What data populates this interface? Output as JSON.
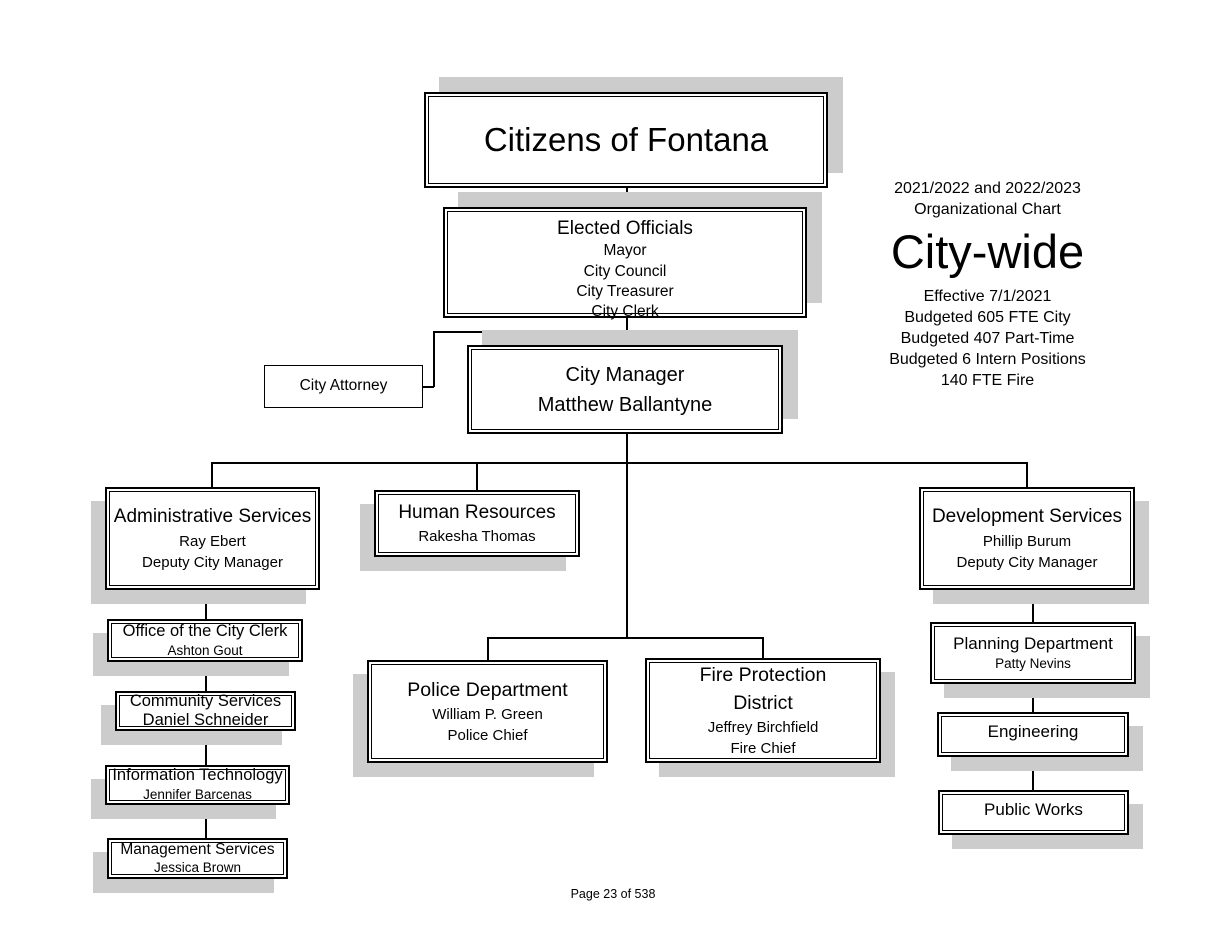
{
  "colors": {
    "background": "#ffffff",
    "box_border": "#000000",
    "box_shadow": "#cccccc",
    "text": "#000000"
  },
  "info_block": {
    "subtitle_line1": "2021/2022 and 2022/2023",
    "subtitle_line2": "Organizational Chart",
    "title": "City-wide",
    "details": [
      "Effective 7/1/2021",
      "Budgeted 605 FTE City",
      "Budgeted 407 Part-Time",
      "Budgeted 6 Intern Positions",
      "140 FTE Fire"
    ]
  },
  "footer": {
    "page_label": "Page 23 of 538"
  },
  "org": {
    "citizens": {
      "title": "Citizens of Fontana"
    },
    "elected_officials": {
      "title": "Elected Officials",
      "members": [
        "Mayor",
        "City Council",
        "City Treasurer",
        "City Clerk"
      ]
    },
    "city_attorney": {
      "title": "City Attorney"
    },
    "city_manager": {
      "title": "City Manager",
      "name": "Matthew Ballantyne"
    },
    "administrative_services": {
      "title": "Administrative Services",
      "name": "Ray Ebert",
      "role": "Deputy City Manager"
    },
    "human_resources": {
      "title": "Human Resources",
      "name": "Rakesha Thomas"
    },
    "development_services": {
      "title": "Development Services",
      "name": "Phillip Burum",
      "role": "Deputy City Manager"
    },
    "office_of_the_city_clerk": {
      "title": "Office of the City Clerk",
      "name": "Ashton Gout"
    },
    "community_services": {
      "title": "Community Services",
      "name": "Daniel Schneider"
    },
    "information_technology": {
      "title": "Information Technology",
      "name": "Jennifer Barcenas"
    },
    "management_services": {
      "title": "Management Services",
      "name": "Jessica Brown"
    },
    "police_department": {
      "title": "Police Department",
      "name": "William P. Green",
      "role": "Police Chief"
    },
    "fire_protection_district": {
      "title": "Fire Protection District",
      "name": "Jeffrey Birchfield",
      "role": "Fire Chief"
    },
    "planning_department": {
      "title": "Planning Department",
      "name": "Patty Nevins"
    },
    "engineering": {
      "title": "Engineering"
    },
    "public_works": {
      "title": "Public Works"
    }
  }
}
